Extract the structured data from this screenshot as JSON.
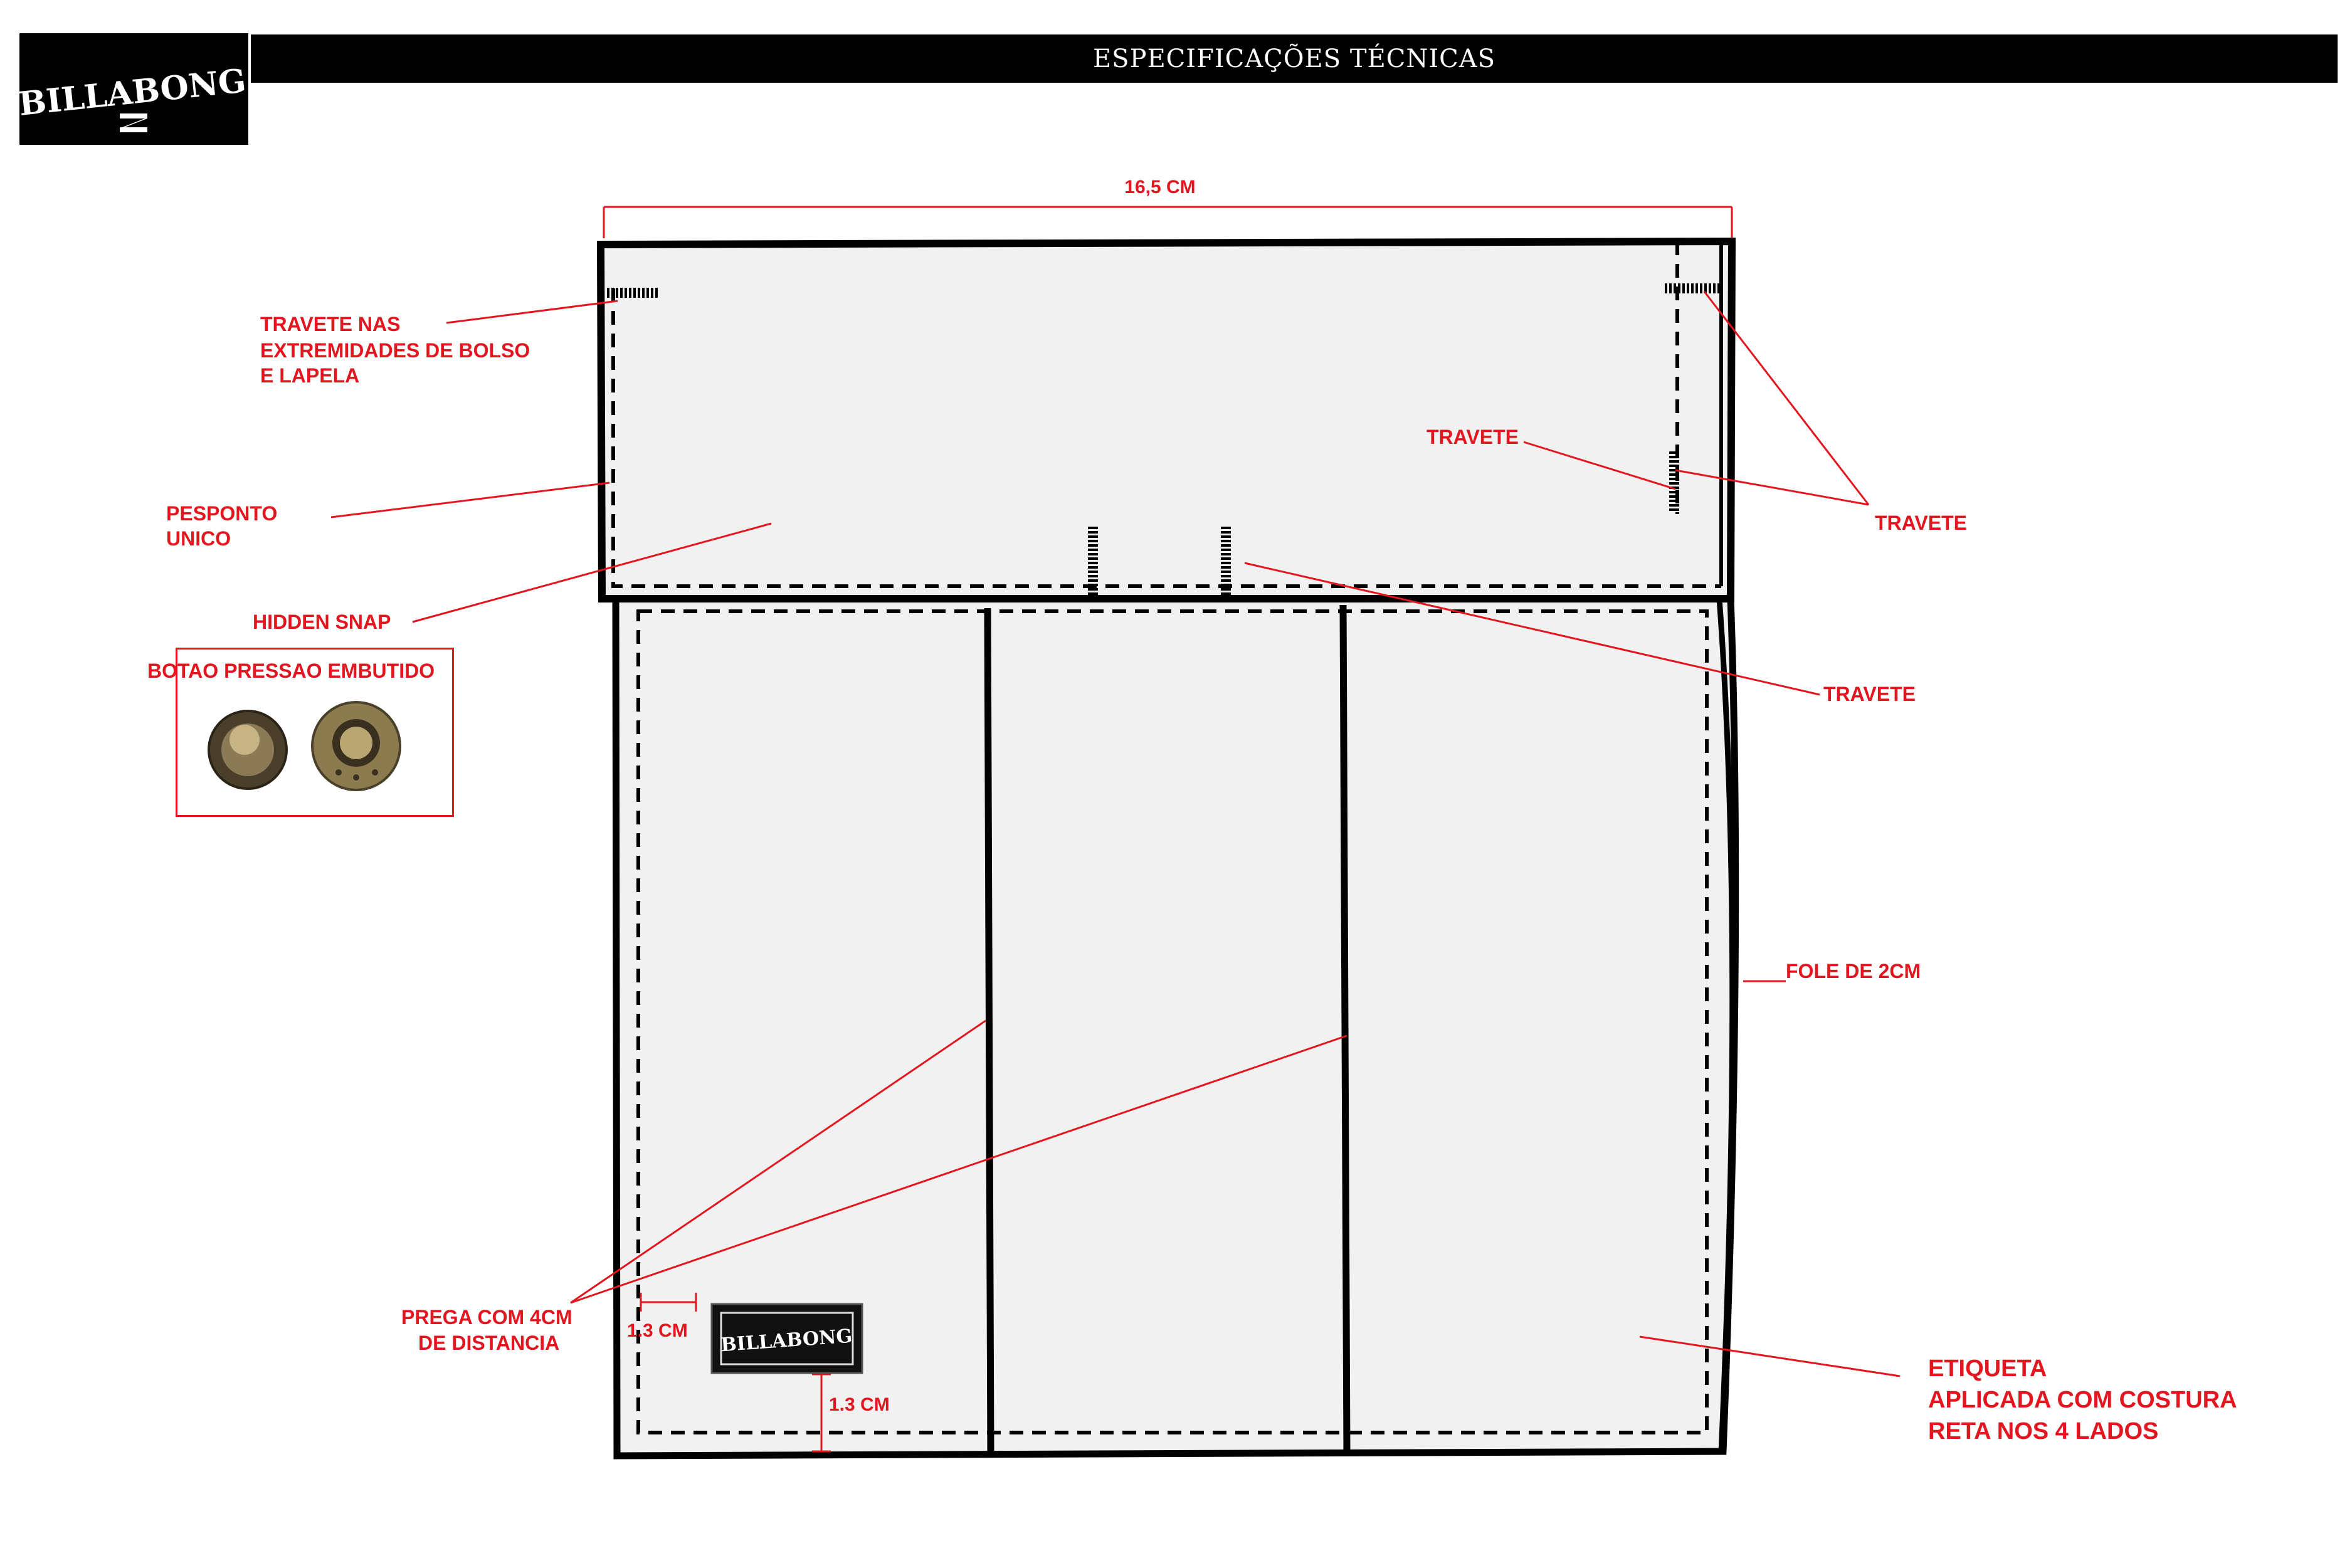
{
  "header": {
    "title": "ESPECIFICAÇÕES TÉCNICAS",
    "brand": "BILLABONG"
  },
  "colors": {
    "annotation": "#e3151f",
    "outline": "#000000",
    "fabric": "#f1f1f1"
  },
  "callouts": {
    "width": "16,5 CM",
    "travete_ends_1": "TRAVETE NAS",
    "travete_ends_2": "EXTREMIDADES DE BOLSO",
    "travete_ends_3": "E LAPELA",
    "pesponto_1": "PESPONTO",
    "pesponto_2": "UNICO",
    "hidden_snap": "HIDDEN SNAP",
    "travete_inner": "TRAVETE",
    "travete_right": "TRAVETE",
    "travete_center": "TRAVETE",
    "fole": "FOLE DE 2CM",
    "prega_1": "PREGA COM 4CM",
    "prega_2": "DE DISTANCIA",
    "offset_side": "1.3 CM",
    "offset_bottom": "1.3 CM",
    "etiqueta_1": "ETIQUETA",
    "etiqueta_2": "APLICADA COM COSTURA",
    "etiqueta_3": "RETA NOS 4 LADOS"
  },
  "inset": {
    "title": "BOTAO PRESSAO EMBUTIDO",
    "icon": "snap-button-photo"
  },
  "label_tag": {
    "brand": "BILLABONG"
  }
}
